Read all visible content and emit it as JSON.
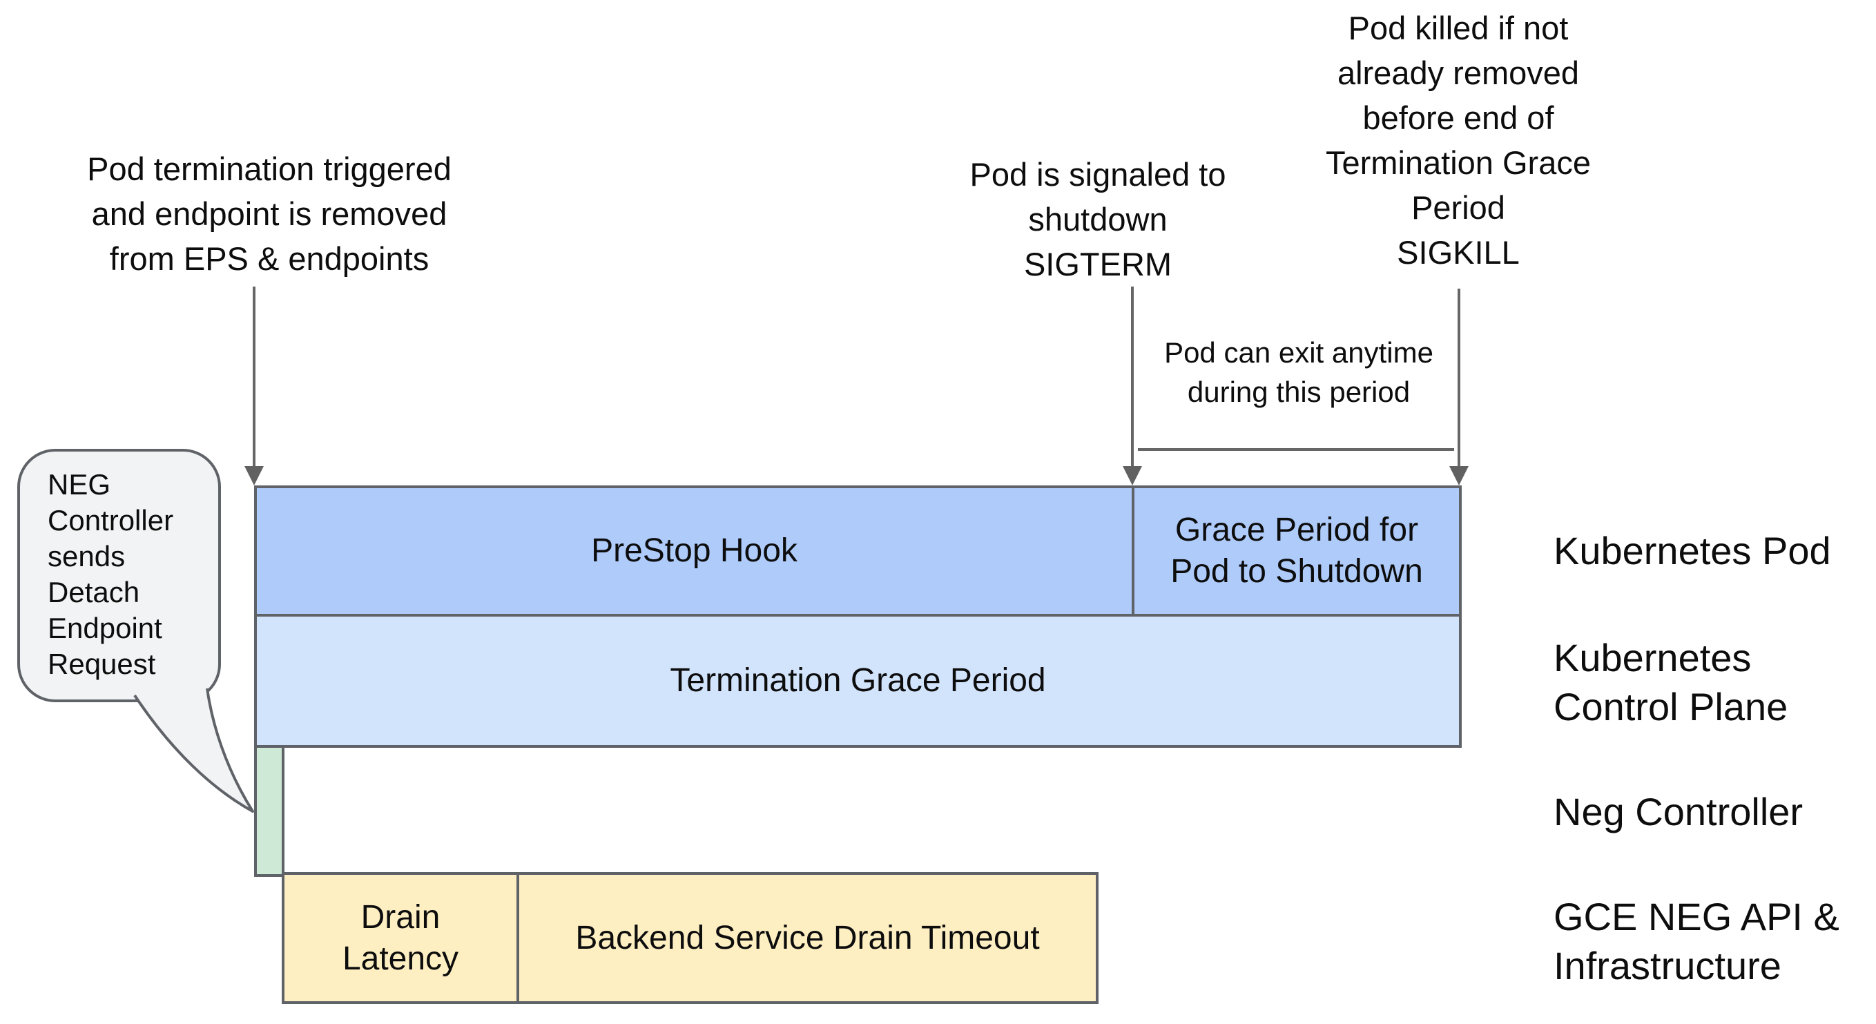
{
  "title": "Pod termination / NEG drain timeline diagram",
  "colors": {
    "bar_blue_top": "#aecbfa",
    "bar_blue_bottom": "#d2e3fc",
    "bar_green": "#ceead6",
    "bar_yellow": "#feefc3",
    "bubble_fill": "#f1f3f4",
    "border_gray": "#5f6368",
    "arrow_gray": "#666666",
    "text": "#0d0d0d"
  },
  "annotations": {
    "pod_termination": "Pod termination triggered\nand endpoint is removed\nfrom EPS & endpoints",
    "sigterm": "Pod is signaled to\nshutdown\nSIGTERM",
    "sigkill": "Pod killed if not\nalready removed\nbefore end of\nTermination Grace\nPeriod\nSIGKILL",
    "exit_anytime": "Pod can exit anytime\nduring this period"
  },
  "bubble": {
    "text": "NEG\nController\nsends\nDetach\nEndpoint\nRequest"
  },
  "bars": {
    "prestop_hook": "PreStop Hook",
    "grace_period": "Grace Period for\nPod to Shutdown",
    "termination_grace_period": "Termination Grace Period",
    "drain_latency": "Drain\nLatency",
    "backend_drain_timeout": "Backend Service Drain Timeout"
  },
  "lanes": {
    "kubernetes_pod": "Kubernetes Pod",
    "kubernetes_control_plane": "Kubernetes\nControl Plane",
    "neg_controller": "Neg Controller",
    "gce_neg_api": "GCE NEG API &\nInfrastructure"
  }
}
